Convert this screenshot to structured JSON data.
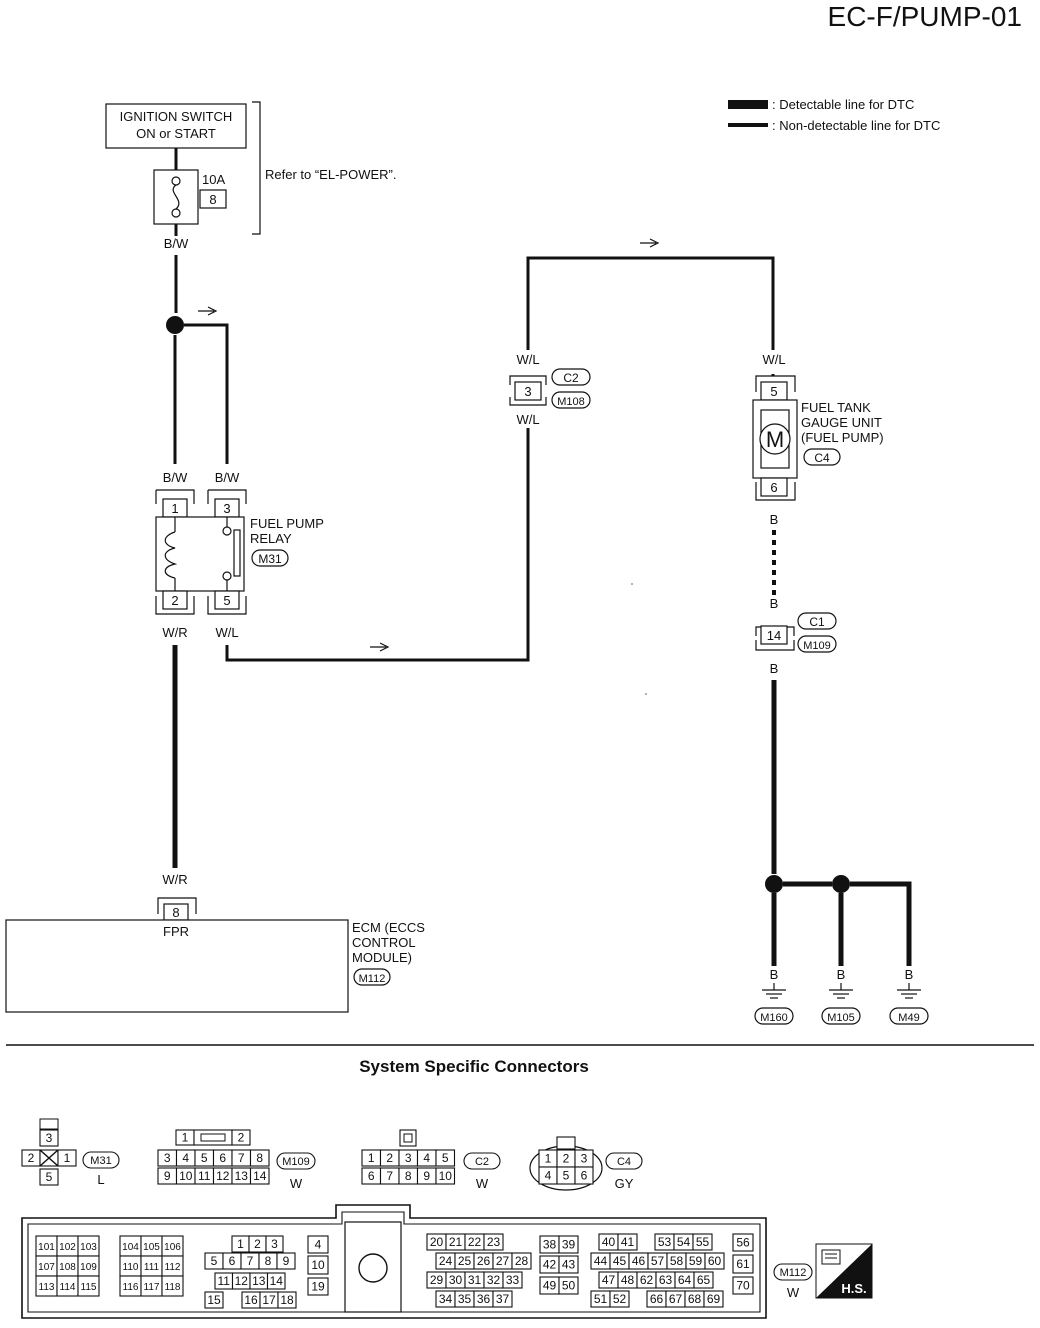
{
  "page_code": "EC-F/PUMP-01",
  "legend": {
    "detectable": ": Detectable line for DTC",
    "non_detectable": ": Non-detectable line for DTC"
  },
  "ignition": {
    "line1": "IGNITION SWITCH",
    "line2": "ON or START",
    "refer": "Refer to “EL-POWER”.",
    "fuse_rating": "10A",
    "fuse_number": "8"
  },
  "wires": {
    "bw": "B/W",
    "wr": "W/R",
    "wl": "W/L",
    "b": "B"
  },
  "relay": {
    "line1": "FUEL PUMP",
    "line2": "RELAY",
    "connector": "M31",
    "pins": [
      "1",
      "3",
      "2",
      "5"
    ]
  },
  "joint_c2": {
    "pin": "3",
    "conn1": "C2",
    "conn2": "M108"
  },
  "fuel_tank": {
    "line1": "FUEL TANK",
    "line2": "GAUGE UNIT",
    "line3": "(FUEL PUMP)",
    "connector": "C4",
    "pin_top": "5",
    "pin_bottom": "6",
    "motor": "M"
  },
  "joint_c1": {
    "pin": "14",
    "conn1": "C1",
    "conn2": "M109"
  },
  "ecm": {
    "line1": "ECM (ECCS",
    "line2": "CONTROL",
    "line3": "MODULE)",
    "connector": "M112",
    "pin": "8",
    "terminal": "FPR"
  },
  "grounds": [
    "M160",
    "M105",
    "M49"
  ],
  "section_title": "System Specific Connectors",
  "connectors": {
    "m31": {
      "name": "M31",
      "color": "L",
      "pins": [
        "3",
        "2",
        "1",
        "5"
      ]
    },
    "m109": {
      "name": "M109",
      "color": "W",
      "row1": [
        "1",
        "2"
      ],
      "row2": [
        "3",
        "4",
        "5",
        "6",
        "7",
        "8"
      ],
      "row3": [
        "9",
        "10",
        "11",
        "12",
        "13",
        "14"
      ]
    },
    "c2": {
      "name": "C2",
      "color": "W",
      "row1": [
        "1",
        "2",
        "3",
        "4",
        "5"
      ],
      "row2": [
        "6",
        "7",
        "8",
        "9",
        "10"
      ]
    },
    "c4": {
      "name": "C4",
      "color": "GY",
      "row1": [
        "1",
        "2",
        "3"
      ],
      "row2": [
        "4",
        "5",
        "6"
      ]
    },
    "m112": {
      "name": "M112",
      "color": "W",
      "badge": "H.S.",
      "g1": [
        [
          "101",
          "102",
          "103"
        ],
        [
          "107",
          "108",
          "109"
        ],
        [
          "113",
          "114",
          "115"
        ]
      ],
      "g2": [
        [
          "104",
          "105",
          "106"
        ],
        [
          "110",
          "111",
          "112"
        ],
        [
          "116",
          "117",
          "118"
        ]
      ],
      "g3a": [
        "1",
        "2",
        "3"
      ],
      "g3b": [
        "5",
        "6",
        "7",
        "8",
        "9"
      ],
      "g3c": [
        "11",
        "12",
        "13",
        "14"
      ],
      "g3d": [
        "15",
        "16",
        "17",
        "18"
      ],
      "g4": [
        "4",
        "10",
        "19"
      ],
      "g5a": [
        "20",
        "21",
        "22",
        "23"
      ],
      "g5b": [
        "24",
        "25",
        "26",
        "27",
        "28"
      ],
      "g5c": [
        "29",
        "30",
        "31",
        "32",
        "33"
      ],
      "g5d": [
        "34",
        "35",
        "36",
        "37"
      ],
      "g6": [
        [
          "38",
          "39"
        ],
        [
          "42",
          "43"
        ],
        [
          "49",
          "50"
        ]
      ],
      "g7a": [
        "40",
        "41",
        "53",
        "54",
        "55"
      ],
      "g7b": [
        "44",
        "45",
        "46",
        "57",
        "58",
        "59",
        "60"
      ],
      "g7c": [
        "47",
        "48",
        "62",
        "63",
        "64",
        "65"
      ],
      "g7d": [
        "51",
        "52",
        "66",
        "67",
        "68",
        "69"
      ],
      "g8": [
        "56",
        "61",
        "70"
      ]
    }
  }
}
